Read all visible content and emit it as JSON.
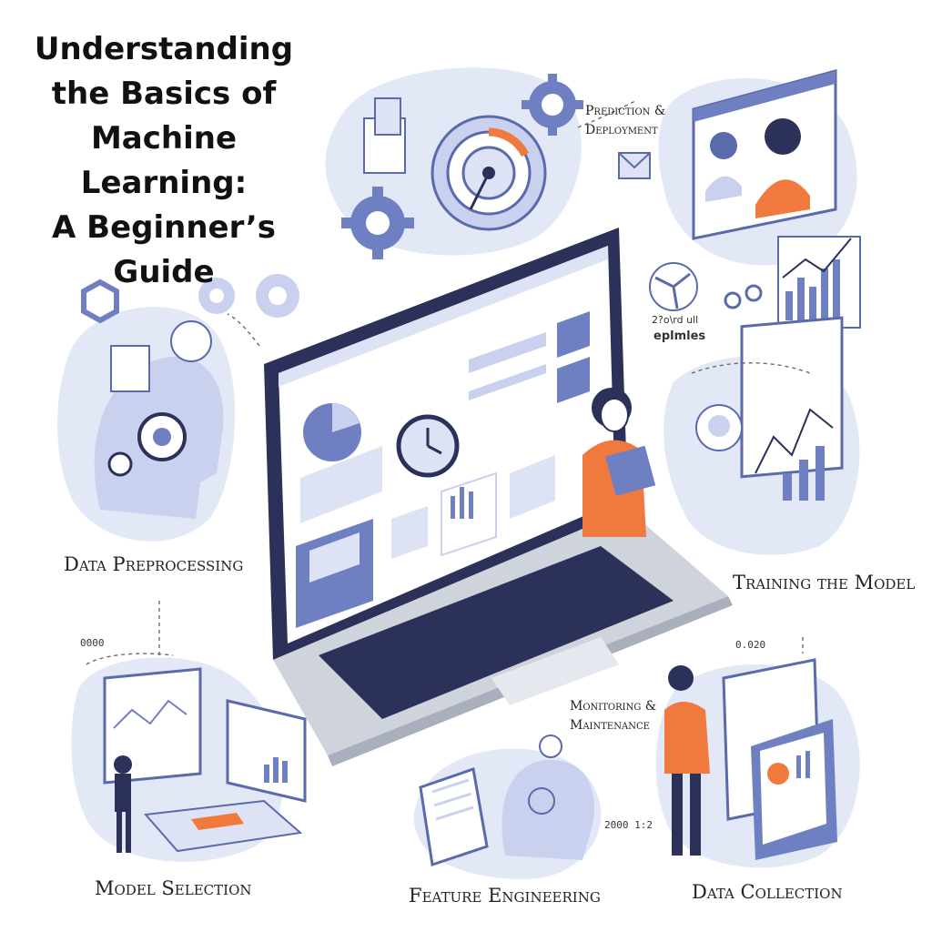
{
  "title": {
    "line1": "Understanding",
    "line2": "the Basics of",
    "line3": "Machine Learning:",
    "line4": "A Beginner’s",
    "line5": "Guide"
  },
  "stages": {
    "prediction": {
      "line1": "Prediction &",
      "line2": "Deployment"
    },
    "preprocessing": "Data Preprocessing",
    "training": "Training the Model",
    "monitoring": {
      "line1": "Monitoring &",
      "line2": "Maintenance"
    },
    "model_selection": "Model Selection",
    "feature_engineering": "Feature Engineering",
    "data_collection": "Data Collection"
  },
  "decorative_text": {
    "top_right_a": "2?o\\rd ull",
    "top_right_b": "eplmles",
    "left_code": "0000",
    "right_code": "0.020",
    "bottom_code": "2000 1:2"
  },
  "colors": {
    "accent": "#f07a3e",
    "primary": "#6f80c2",
    "light": "#dde3f4",
    "dark": "#2c3159",
    "ink": "#111111"
  }
}
